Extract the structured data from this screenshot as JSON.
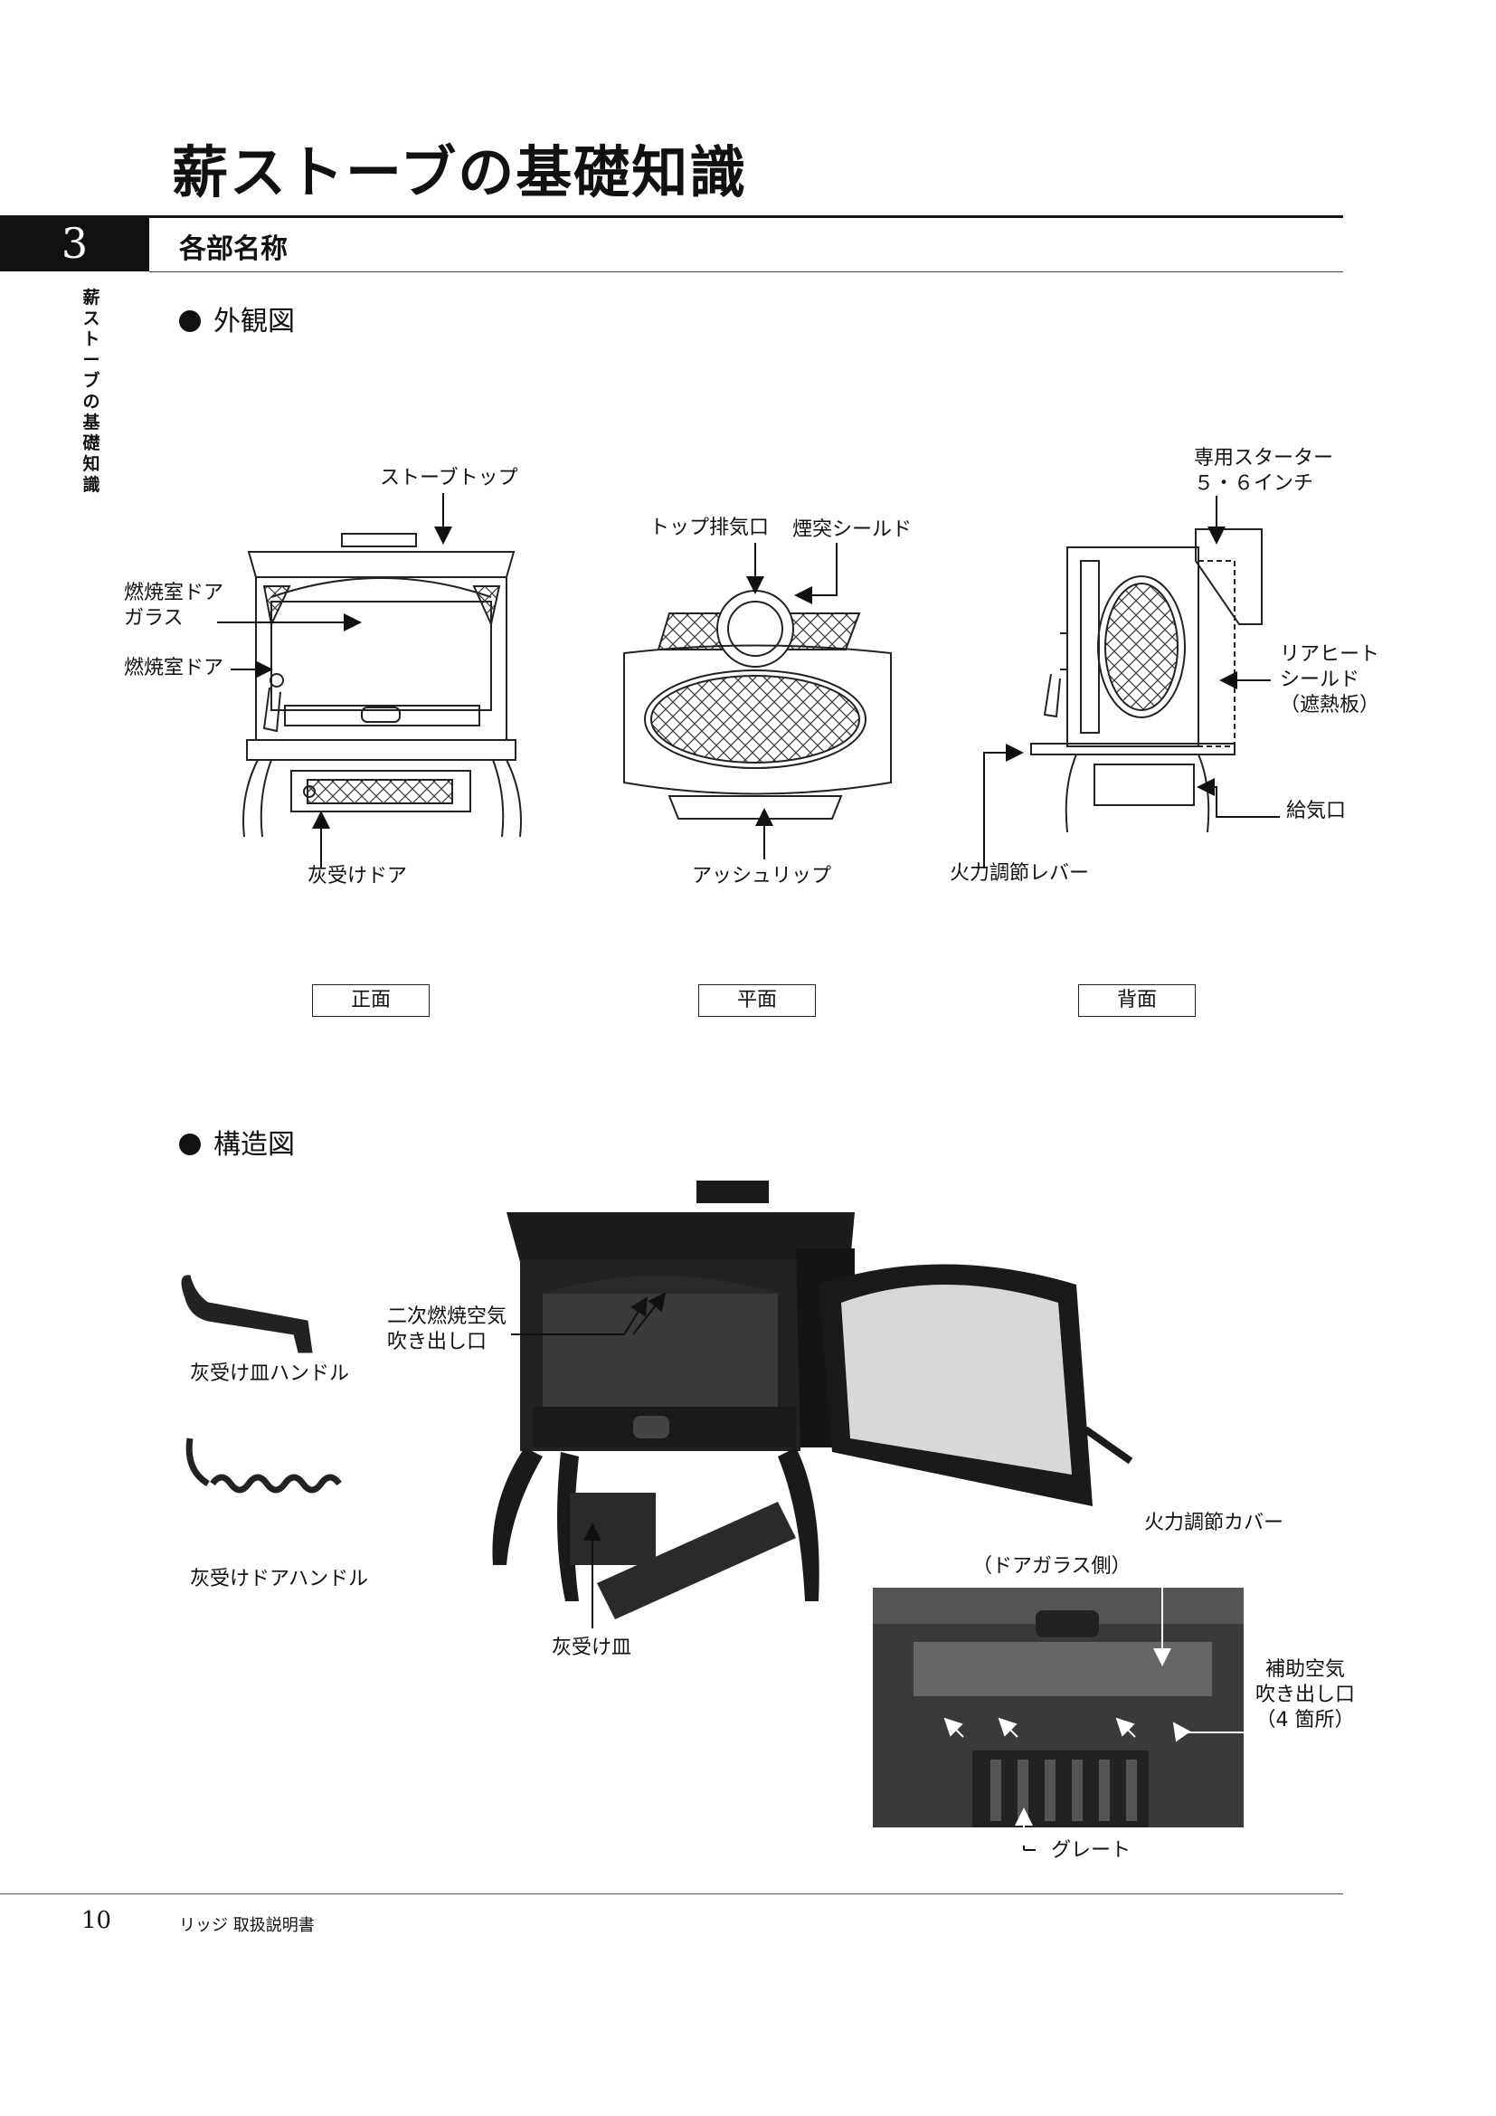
{
  "page": {
    "title": "薪ストーブの基礎知識",
    "section_number": "3",
    "section_title": "各部名称",
    "side_label": "薪ストーブの基礎知識"
  },
  "exterior": {
    "heading": "外観図",
    "front": {
      "caption": "正面",
      "labels": {
        "stove_top": "ストーブトップ",
        "door_glass": "燃焼室ドア\nガラス",
        "door": "燃焼室ドア",
        "ash_door": "灰受けドア"
      }
    },
    "top": {
      "caption": "平面",
      "labels": {
        "top_exhaust": "トップ排気口",
        "flue_shield": "煙突シールド",
        "ash_lip": "アッシュリップ"
      }
    },
    "rear": {
      "caption": "背面",
      "labels": {
        "starter": "専用スターター\n５・６インチ",
        "rear_heat_shield": "リアヒート\nシールド\n（遮熱板）",
        "air_inlet": "給気口",
        "control_lever": "火力調節レバー"
      }
    }
  },
  "structure": {
    "heading": "構造図",
    "labels": {
      "ash_pan_handle": "灰受け皿ハンドル",
      "ash_door_handle": "灰受けドアハンドル",
      "secondary_air": "二次燃焼空気\n吹き出し口",
      "ash_pan": "灰受け皿",
      "control_cover": "火力調節カバー",
      "door_glass_side": "（ドアガラス側）",
      "aux_air": "補助空気\n吹き出し口\n（4 箇所）",
      "grate": "グレート"
    }
  },
  "footer": {
    "page_number": "10",
    "manual_name": "リッジ  取扱説明書"
  }
}
